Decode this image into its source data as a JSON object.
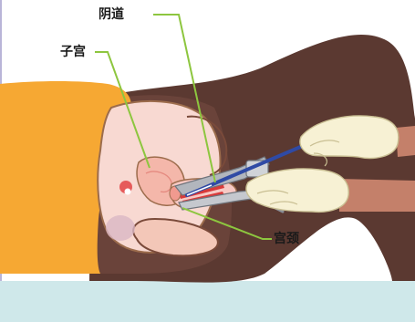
{
  "labels": {
    "vagina": "阴道",
    "uterus": "子宫",
    "cervix": "宫颈"
  },
  "colors": {
    "background": "#ffffff",
    "frame_border": "#b9b5d8",
    "table": "#cfe8ea",
    "sheet": "#5b3931",
    "gown": "#f6a833",
    "skin": "#f3c7b8",
    "body_interior": "#f8d9d2",
    "organ_outline": "#9c6c4c",
    "uterus": "#f4b7aa",
    "canal_red": "#d83a3a",
    "glove": "#f7f1d4",
    "speculum": "#b2b6bd",
    "brush_handle": "#2f4aa5",
    "callout_line": "#8dc63f",
    "arm_skin": "#c4806a"
  }
}
